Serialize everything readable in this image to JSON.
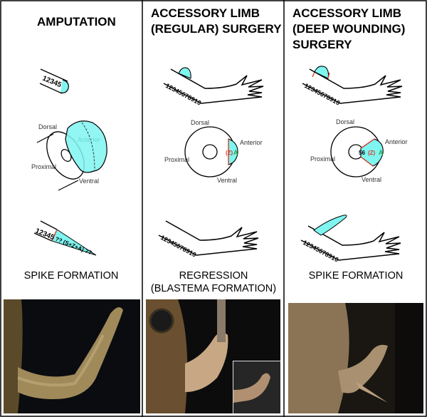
{
  "columns": [
    {
      "title_lines": [
        "AMPUTATION"
      ],
      "caption_lines": [
        "SPIKE FORMATION"
      ]
    },
    {
      "title_lines": [
        "ACCESSORY LIMB",
        "(REGULAR) SURGERY"
      ],
      "caption_lines": [
        "REGRESSION",
        "(BLASTEMA FORMATION)"
      ]
    },
    {
      "title_lines": [
        "ACCESSORY LIMB",
        "(DEEP WOUNDING)",
        "SURGERY"
      ],
      "caption_lines": [
        "SPIKE FORMATION"
      ]
    }
  ],
  "labels": {
    "dorsal": "Dorsal",
    "proximal": "Proximal",
    "ventral": "Ventral",
    "anterior": "Anterior",
    "seg_short": "12345",
    "seg_long": "12345678910",
    "spike_amp": "?? (S+Z+A) ??",
    "z_paren": "(Z)",
    "a": "A",
    "s6": "56"
  },
  "colors": {
    "cyan": "#7ff5f0",
    "red": "#e03a2a",
    "green": "#2aa84a"
  }
}
